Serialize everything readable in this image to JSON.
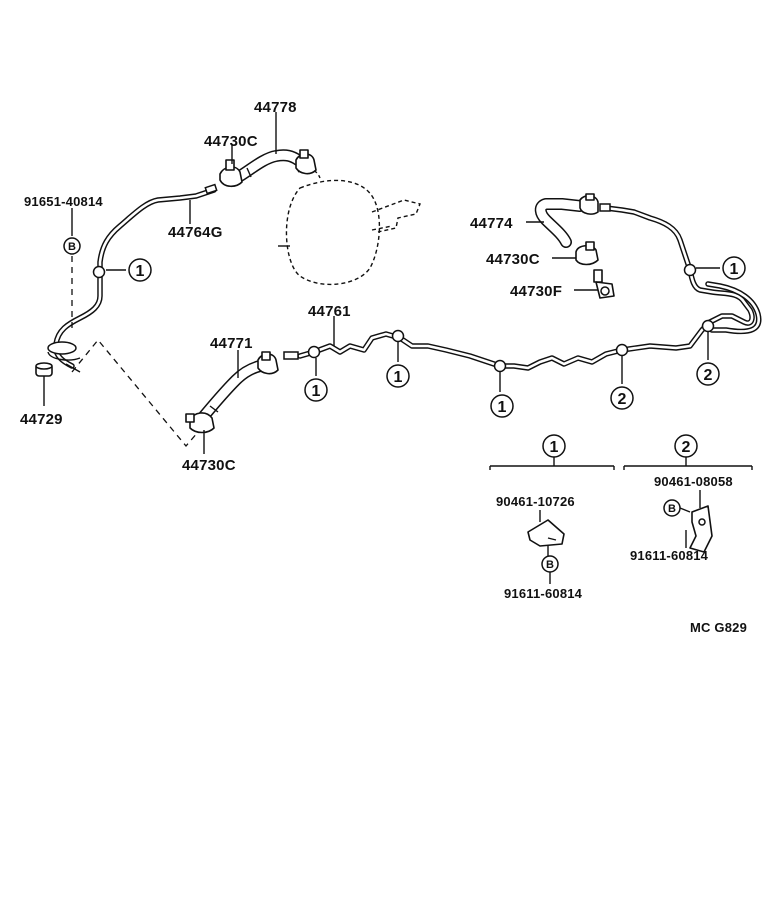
{
  "diagram": {
    "part_labels": {
      "p44778": "44778",
      "p44730c_top": "44730C",
      "p91651": "91651-40814",
      "p44764g": "44764G",
      "p44774": "44774",
      "p44730c_right": "44730C",
      "p44730f": "44730F",
      "p44761": "44761",
      "p44771": "44771",
      "p44729": "44729",
      "p44730c_bottom": "44730C"
    },
    "refs": {
      "one": "1",
      "two": "2",
      "bolt": "B"
    },
    "detail_1": {
      "ref": "1",
      "top_part": "90461-10726",
      "bottom_part": "91611-60814"
    },
    "detail_2": {
      "ref": "2",
      "top_part": "90461-08058",
      "bottom_part": "91611-60814"
    },
    "figure_code": "MC  G829"
  }
}
